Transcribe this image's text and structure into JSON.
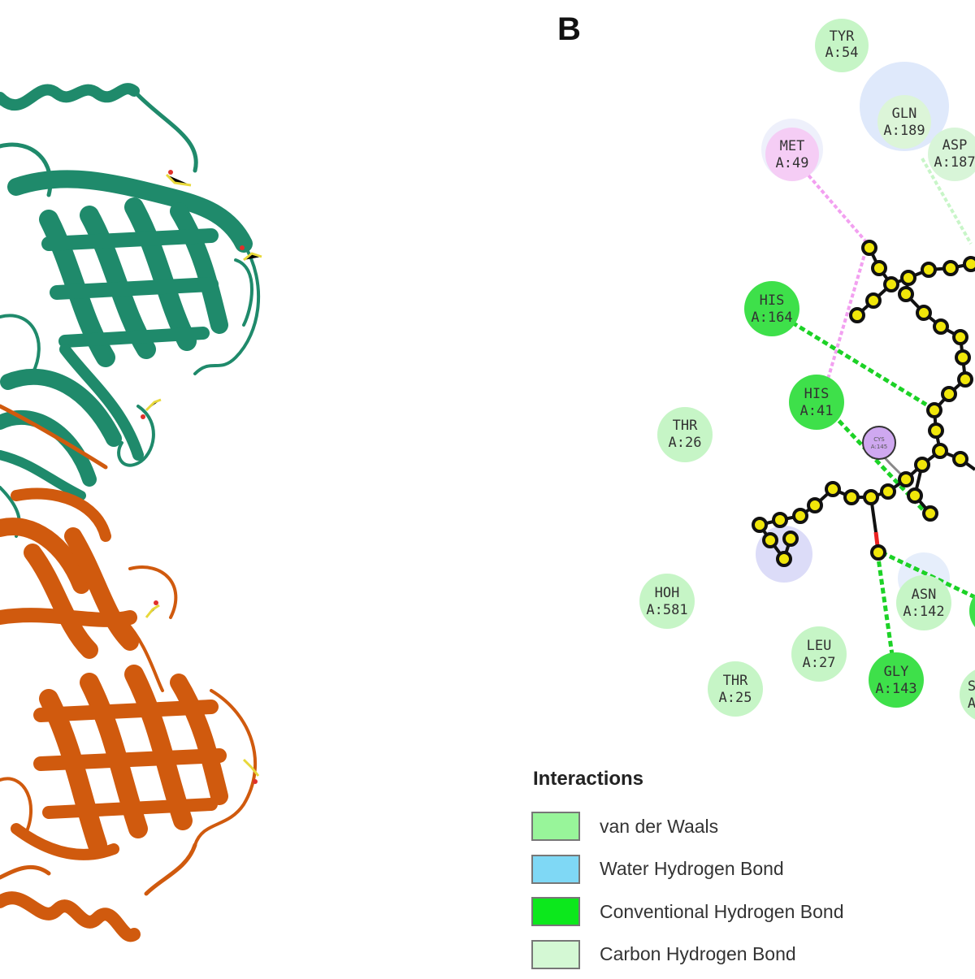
{
  "panel_label": "B",
  "residues": [
    {
      "name": "TYR",
      "id": "A:54",
      "type": "vdw"
    },
    {
      "name": "GLN",
      "id": "A:189",
      "type": "vdw"
    },
    {
      "name": "ASP",
      "id": "A:187",
      "type": "vdw"
    },
    {
      "name": "MET",
      "id": "A:49",
      "type": "pi-alkyl"
    },
    {
      "name": "HIS",
      "id": "A:164",
      "type": "conventional"
    },
    {
      "name": "HIS",
      "id": "A:41",
      "type": "conventional"
    },
    {
      "name": "THR",
      "id": "A:26",
      "type": "vdw"
    },
    {
      "name": "HOH",
      "id": "A:581",
      "type": "vdw"
    },
    {
      "name": "ASN",
      "id": "A:142",
      "type": "vdw"
    },
    {
      "name": "LEU",
      "id": "A:27",
      "type": "vdw"
    },
    {
      "name": "THR",
      "id": "A:25",
      "type": "vdw"
    },
    {
      "name": "GLY",
      "id": "A:143",
      "type": "conventional"
    },
    {
      "name": "S",
      "id": "A",
      "type": "vdw"
    },
    {
      "name": "CYS",
      "id": "A:145",
      "type": "pi-sulfur"
    }
  ],
  "legend": {
    "title": "Interactions",
    "items": [
      {
        "label": "van der Waals",
        "color": "#98f59a"
      },
      {
        "label": "Water Hydrogen Bond",
        "color": "#7fd8f5"
      },
      {
        "label": "Conventional Hydrogen Bond",
        "color": "#0ce81c"
      },
      {
        "label": "Carbon Hydrogen Bond",
        "color": "#d4f8d4"
      }
    ]
  },
  "colors": {
    "protein_chain_a": "#1f8a6b",
    "protein_chain_b": "#d05a0e",
    "ligand_atom": "#f0e60a"
  }
}
